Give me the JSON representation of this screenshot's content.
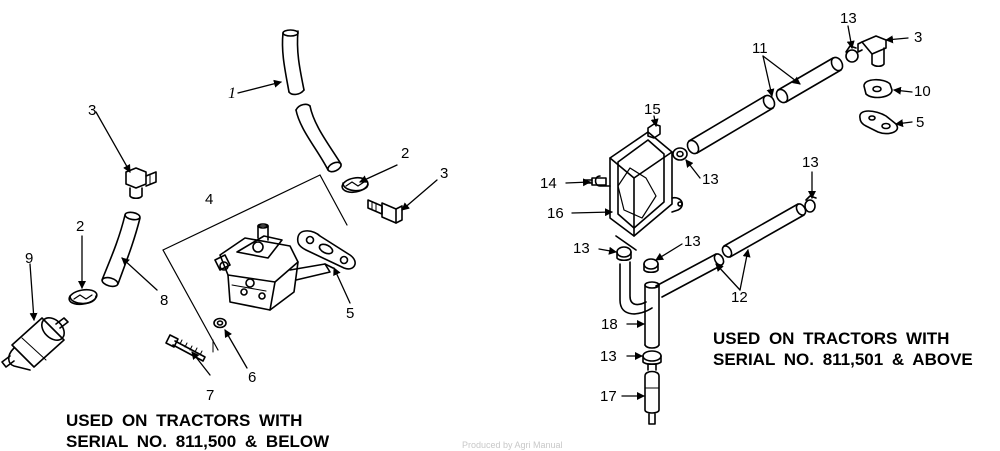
{
  "callouts": [
    {
      "id": "c1",
      "text": "1"
    },
    {
      "id": "c2a",
      "text": "2"
    },
    {
      "id": "c2b",
      "text": "2"
    },
    {
      "id": "c3a",
      "text": "3"
    },
    {
      "id": "c3b",
      "text": "3"
    },
    {
      "id": "c3c",
      "text": "3"
    },
    {
      "id": "c4",
      "text": "4"
    },
    {
      "id": "c5a",
      "text": "5"
    },
    {
      "id": "c5b",
      "text": "5"
    },
    {
      "id": "c6",
      "text": "6"
    },
    {
      "id": "c7",
      "text": "7"
    },
    {
      "id": "c8",
      "text": "8"
    },
    {
      "id": "c9",
      "text": "9"
    },
    {
      "id": "c10",
      "text": "10"
    },
    {
      "id": "c11",
      "text": "11"
    },
    {
      "id": "c12",
      "text": "12"
    },
    {
      "id": "c13a",
      "text": "13"
    },
    {
      "id": "c13b",
      "text": "13"
    },
    {
      "id": "c13c",
      "text": "13"
    },
    {
      "id": "c13d",
      "text": "13"
    },
    {
      "id": "c13e",
      "text": "13"
    },
    {
      "id": "c13f",
      "text": "13"
    },
    {
      "id": "c14",
      "text": "14"
    },
    {
      "id": "c15",
      "text": "15"
    },
    {
      "id": "c16",
      "text": "16"
    },
    {
      "id": "c17",
      "text": "17"
    },
    {
      "id": "c18",
      "text": "18"
    }
  ],
  "captions": {
    "left_line1": "USED ON TRACTORS WITH",
    "left_line2": "SERIAL NO. 811,500 & BELOW",
    "right_line1": "USED ON TRACTORS WITH",
    "right_line2": "SERIAL NO. 811,501 & ABOVE"
  },
  "watermark": "Produced by Agri Manual"
}
